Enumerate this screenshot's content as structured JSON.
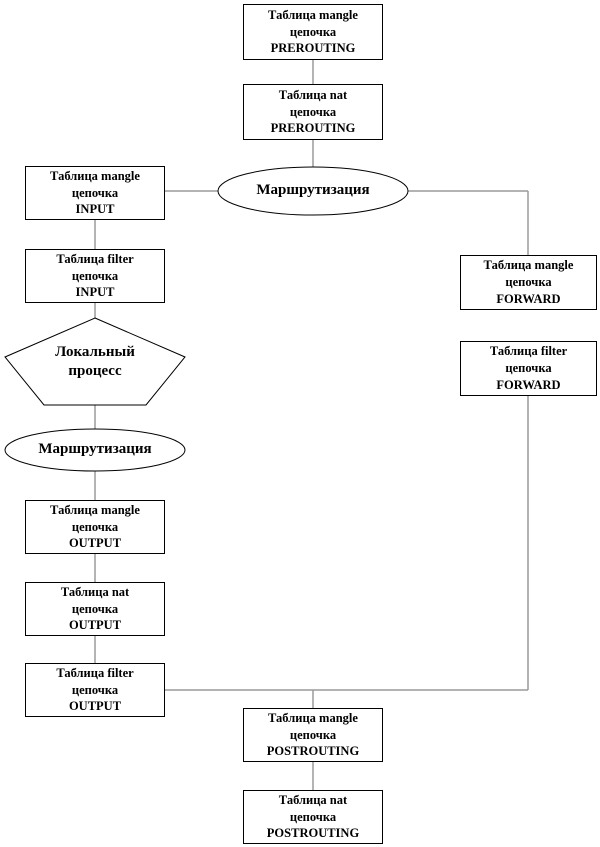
{
  "colors": {
    "background": "#ffffff",
    "box_border": "#000000",
    "shape_border": "#000000",
    "connector": "#9a9a9a",
    "text": "#000000"
  },
  "nodes": {
    "mangle_prerouting": {
      "text": "Таблица mangle\nцепочка\nPREROUTING"
    },
    "nat_prerouting": {
      "text": "Таблица nat\nцепочка\nPREROUTING"
    },
    "routing_top": {
      "text": "Маршрутизация"
    },
    "mangle_input": {
      "text": "Таблица mangle\nцепочка\nINPUT"
    },
    "filter_input": {
      "text": "Таблица filter\nцепочка\nINPUT"
    },
    "local_process": {
      "text": "Локальный\nпроцесс"
    },
    "routing_left": {
      "text": "Маршрутизация"
    },
    "mangle_output": {
      "text": "Таблица mangle\nцепочка\nOUTPUT"
    },
    "nat_output": {
      "text": "Таблица nat\nцепочка\nOUTPUT"
    },
    "filter_output": {
      "text": "Таблица filter\nцепочка\nOUTPUT"
    },
    "mangle_forward": {
      "text": "Таблица mangle\nцепочка\nFORWARD"
    },
    "filter_forward": {
      "text": "Таблица filter\nцепочка\nFORWARD"
    },
    "mangle_postrouting": {
      "text": "Таблица mangle\nцепочка\nPOSTROUTING"
    },
    "nat_postrouting": {
      "text": "Таблица nat\nцепочка\nPOSTROUTING"
    }
  }
}
